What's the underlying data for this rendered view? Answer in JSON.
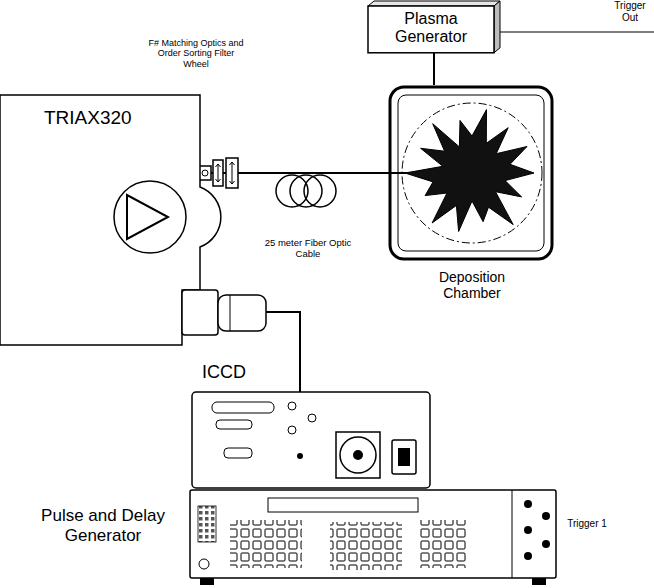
{
  "diagram": {
    "nodes": [
      {
        "text": [
          "Plasma Generator"
        ]
      },
      {
        "text": [
          "Deposition Chamber"
        ]
      },
      {
        "text": [
          "TRIAX320"
        ]
      }
    ],
    "edges": [
      {
        "from": 0,
        "to": 1,
        "arrow": "none"
      },
      {
        "from": 1,
        "to": 2,
        "arrow": "none"
      }
    ],
    "labels": [
      "Trigger Out",
      "F# Matching Optics and Order Sorting Filter Wheel",
      "25 meter Fiber Optic Cable",
      "ICCD",
      "Pulse and Delay Generator",
      "Trigger 1"
    ]
  }
}
